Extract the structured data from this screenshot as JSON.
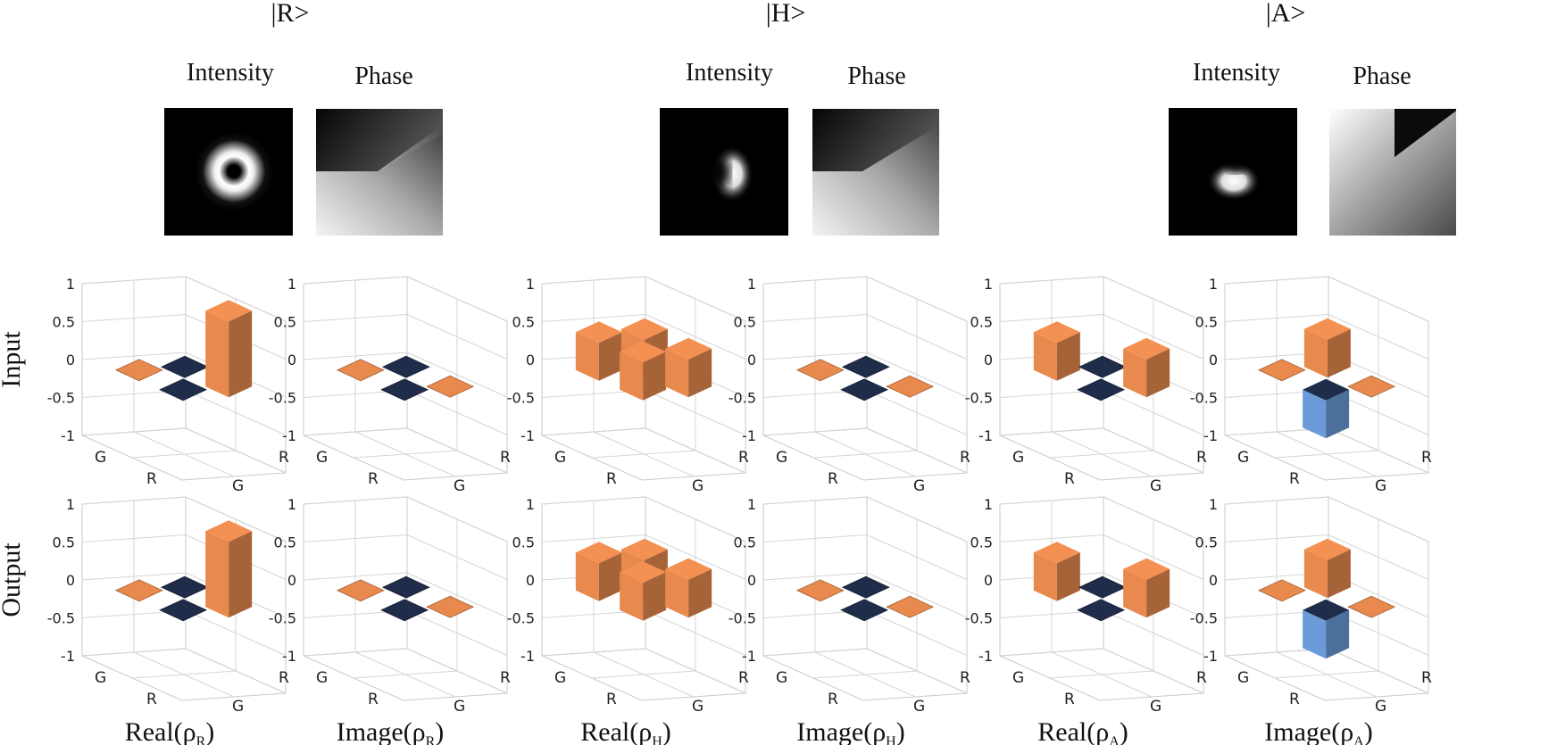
{
  "states": [
    "|R>",
    "|H>",
    "|A>"
  ],
  "panel_titles": {
    "intensity": "Intensity",
    "phase": "Phase"
  },
  "row_labels": [
    "Input",
    "Output"
  ],
  "column_labels": [
    {
      "prefix": "Real(ρ",
      "sub": "R",
      "suffix": ")"
    },
    {
      "prefix": "Image(ρ",
      "sub": "R",
      "suffix": ")"
    },
    {
      "prefix": "Real(ρ",
      "sub": "H",
      "suffix": ")"
    },
    {
      "prefix": "Image(ρ",
      "sub": "H",
      "suffix": ")"
    },
    {
      "prefix": "Real(ρ",
      "sub": "A",
      "suffix": ")"
    },
    {
      "prefix": "Image(ρ",
      "sub": "A",
      "suffix": ")"
    }
  ],
  "chart_data": {
    "type": "bar3d",
    "zlim": [
      -1,
      1
    ],
    "zticks": [
      "1",
      "0.5",
      "0",
      "-0.5",
      "-1"
    ],
    "basis": [
      "G",
      "R"
    ],
    "colors": {
      "positive": "#e8894e",
      "negative": "#6a9bd8",
      "dark": "#1f2c4a",
      "zero": "#8a8f99"
    },
    "charts": [
      {
        "row": "Input",
        "column": "Real(ρR)",
        "matrix": [
          [
            0,
            0
          ],
          [
            0,
            1
          ]
        ]
      },
      {
        "row": "Input",
        "column": "Image(ρR)",
        "matrix": [
          [
            0,
            0
          ],
          [
            0,
            0
          ]
        ]
      },
      {
        "row": "Input",
        "column": "Real(ρH)",
        "matrix": [
          [
            0.5,
            0.5
          ],
          [
            0.5,
            0.5
          ]
        ]
      },
      {
        "row": "Input",
        "column": "Image(ρH)",
        "matrix": [
          [
            0,
            0
          ],
          [
            0,
            0
          ]
        ]
      },
      {
        "row": "Input",
        "column": "Real(ρA)",
        "matrix": [
          [
            0.5,
            0
          ],
          [
            0,
            0.5
          ]
        ]
      },
      {
        "row": "Input",
        "column": "Image(ρA)",
        "matrix": [
          [
            0,
            0.5
          ],
          [
            -0.5,
            0
          ]
        ]
      },
      {
        "row": "Output",
        "column": "Real(ρR)",
        "matrix": [
          [
            0,
            0
          ],
          [
            0,
            1
          ]
        ]
      },
      {
        "row": "Output",
        "column": "Image(ρR)",
        "matrix": [
          [
            0,
            0
          ],
          [
            0,
            0
          ]
        ]
      },
      {
        "row": "Output",
        "column": "Real(ρH)",
        "matrix": [
          [
            0.5,
            0.5
          ],
          [
            0.5,
            0.5
          ]
        ]
      },
      {
        "row": "Output",
        "column": "Image(ρH)",
        "matrix": [
          [
            0,
            0
          ],
          [
            0,
            0
          ]
        ]
      },
      {
        "row": "Output",
        "column": "Real(ρA)",
        "matrix": [
          [
            0.5,
            0
          ],
          [
            0,
            0.5
          ]
        ]
      },
      {
        "row": "Output",
        "column": "Image(ρA)",
        "matrix": [
          [
            0,
            0.5
          ],
          [
            -0.5,
            0
          ]
        ]
      }
    ]
  }
}
